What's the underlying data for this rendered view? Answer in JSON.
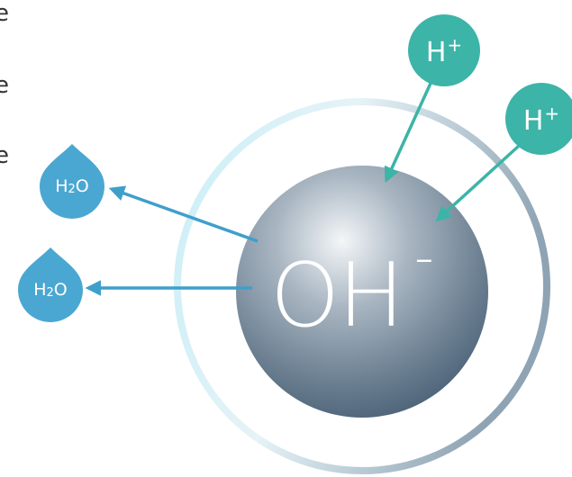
{
  "diagram": {
    "center_ion": {
      "base": "OH",
      "charge": "-"
    },
    "hydrogen_ions": [
      {
        "base": "H",
        "charge": "+"
      },
      {
        "base": "H",
        "charge": "+"
      }
    ],
    "water_drops": [
      {
        "h": "H",
        "sub": "2",
        "o": "O"
      },
      {
        "h": "H",
        "sub": "2",
        "o": "O"
      }
    ],
    "edge_fragments": [
      "e",
      "e",
      "e"
    ]
  },
  "colors": {
    "teal": "#3cb4a8",
    "water_blue": "#4aa7d2",
    "sphere_dark": "#4f6478",
    "sphere_light": "#eef2f5",
    "ring_light": "#c7ecf5",
    "ring_dark": "#98abb9"
  }
}
